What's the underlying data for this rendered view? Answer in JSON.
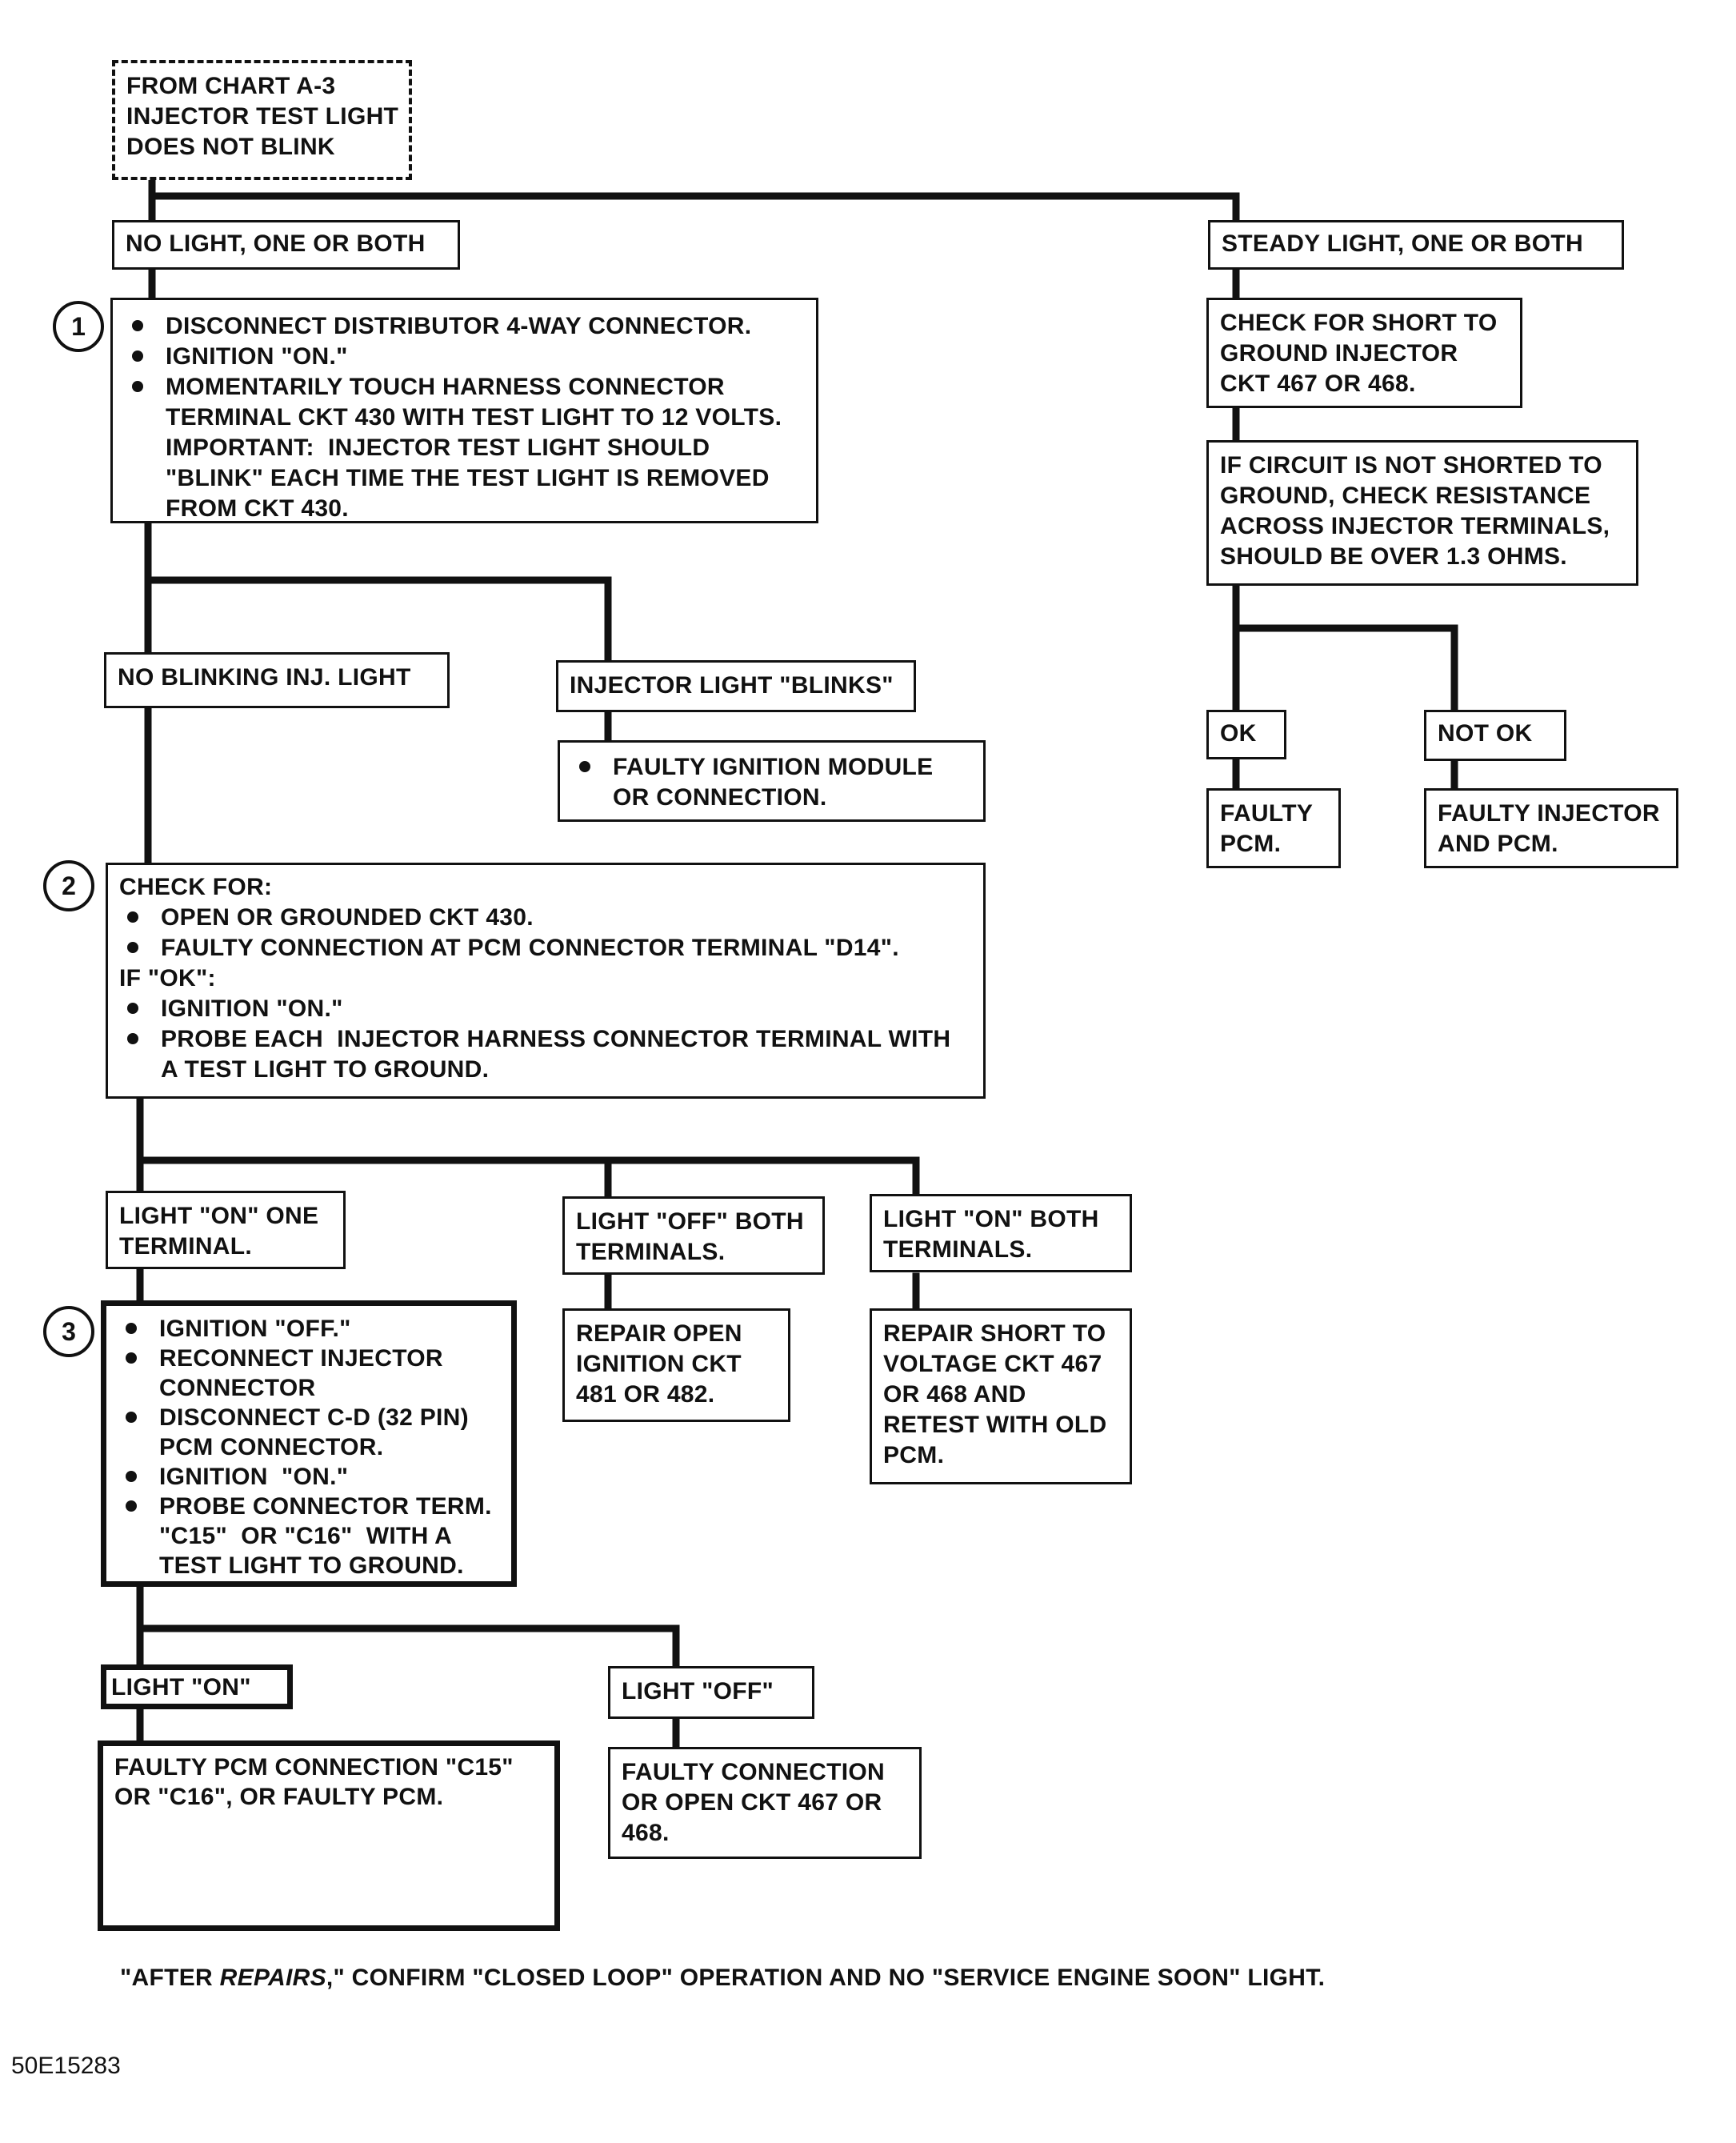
{
  "entry_box": {
    "lines": [
      "FROM CHART A-3",
      "INJECTOR TEST LIGHT",
      "DOES NOT BLINK"
    ]
  },
  "branch_no_light": "NO LIGHT, ONE OR BOTH",
  "branch_steady_light": "STEADY LIGHT, ONE OR BOTH",
  "step1": {
    "number": "1",
    "items": [
      "DISCONNECT DISTRIBUTOR 4-WAY CONNECTOR.",
      "IGNITION \"ON.\"",
      "MOMENTARILY TOUCH HARNESS CONNECTOR\nTERMINAL CKT 430 WITH TEST LIGHT TO 12 VOLTS."
    ],
    "note": "IMPORTANT:  INJECTOR TEST LIGHT SHOULD\n\"BLINK\" EACH TIME THE TEST LIGHT IS REMOVED\nFROM CKT 430."
  },
  "branch_no_blinking": "NO BLINKING INJ. LIGHT",
  "branch_blinks": "INJECTOR LIGHT \"BLINKS\"",
  "faulty_ignition_module": "FAULTY IGNITION MODULE\nOR CONNECTION.",
  "check_short": "CHECK FOR SHORT TO\nGROUND INJECTOR\nCKT 467 OR 468.",
  "check_resistance": "IF CIRCUIT IS NOT SHORTED TO\nGROUND, CHECK RESISTANCE\nACROSS INJECTOR TERMINALS,\nSHOULD BE OVER 1.3 OHMS.",
  "branch_ok": "OK",
  "branch_not_ok": "NOT OK",
  "faulty_pcm_right": "FAULTY\nPCM.",
  "faulty_injector_pcm": "FAULTY INJECTOR\nAND PCM.",
  "step2": {
    "number": "2",
    "heading": "CHECK FOR:",
    "items": [
      "OPEN OR GROUNDED CKT 430.",
      "FAULTY CONNECTION AT PCM CONNECTOR TERMINAL \"D14\"."
    ],
    "if_ok": "IF \"OK\":",
    "items2": [
      "IGNITION \"ON.\"",
      "PROBE EACH  INJECTOR HARNESS CONNECTOR TERMINAL WITH\nA TEST LIGHT TO GROUND."
    ]
  },
  "branch_on_one": "LIGHT  \"ON\"\nONE TERMINAL.",
  "branch_off_both": "LIGHT  \"OFF\"\nBOTH TERMINALS.",
  "branch_on_both": "LIGHT  \"ON\"\nBOTH TERMINALS.",
  "repair_open": "REPAIR OPEN\nIGNITION\nCKT 481 OR 482.",
  "repair_short": "REPAIR SHORT TO\nVOLTAGE CKT 467\nOR 468 AND\nRETEST WITH OLD\nPCM.",
  "step3": {
    "number": "3",
    "items": [
      "IGNITION \"OFF.\"",
      "RECONNECT INJECTOR\nCONNECTOR",
      "DISCONNECT C-D (32 PIN)\nPCM CONNECTOR.",
      "IGNITION  \"ON.\"",
      "PROBE CONNECTOR TERM.\n\"C15\"  OR \"C16\"  WITH A\nTEST LIGHT TO GROUND."
    ]
  },
  "branch_light_on": "LIGHT  \"ON\"",
  "branch_light_off": "LIGHT \"OFF\"",
  "faulty_pcm_connection": "FAULTY PCM CONNECTION \"C15\"\nOR\n\"C16\",\nOR\nFAULTY  PCM.",
  "faulty_connection_open": "FAULTY CONNECTION\nOR\nOPEN CKT  467 OR 468.",
  "footnote": {
    "pre": "\"AFTER ",
    "emph": "REPAIRS",
    "post": ",\" CONFIRM \"CLOSED LOOP\" OPERATION AND NO \"SERVICE ENGINE SOON\" LIGHT."
  },
  "figure_code": "50E15283",
  "colors": {
    "ink": "#111111",
    "background": "#ffffff"
  }
}
